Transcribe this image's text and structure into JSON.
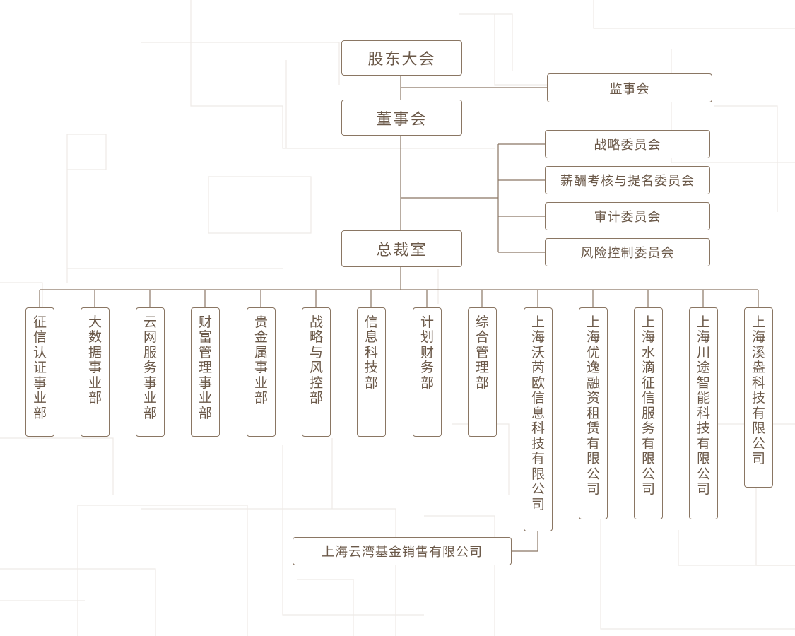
{
  "colors": {
    "line": "#8a7663",
    "text": "#6b5949",
    "bg_pattern": "#eeeae6"
  },
  "top": {
    "shareholders": "股东大会",
    "supervisory": "监事会",
    "board": "董事会",
    "president": "总裁室"
  },
  "committees": [
    "战略委员会",
    "薪酬考核与提名委员会",
    "审计委员会",
    "风险控制委员会"
  ],
  "departments": [
    "征信认证事业部",
    "大数据事业部",
    "云网服务事业部",
    "财富管理事业部",
    "贵金属事业部",
    "战略与风控部",
    "信息科技部",
    "计划财务部",
    "综合管理部",
    "上海沃芮欧信息科技有限公司",
    "上海优逸融资租赁有限公司",
    "上海水滴征信服务有限公司",
    "上海川途智能科技有限公司",
    "上海溪盎科技有限公司"
  ],
  "sub_company": "上海云湾基金销售有限公司"
}
